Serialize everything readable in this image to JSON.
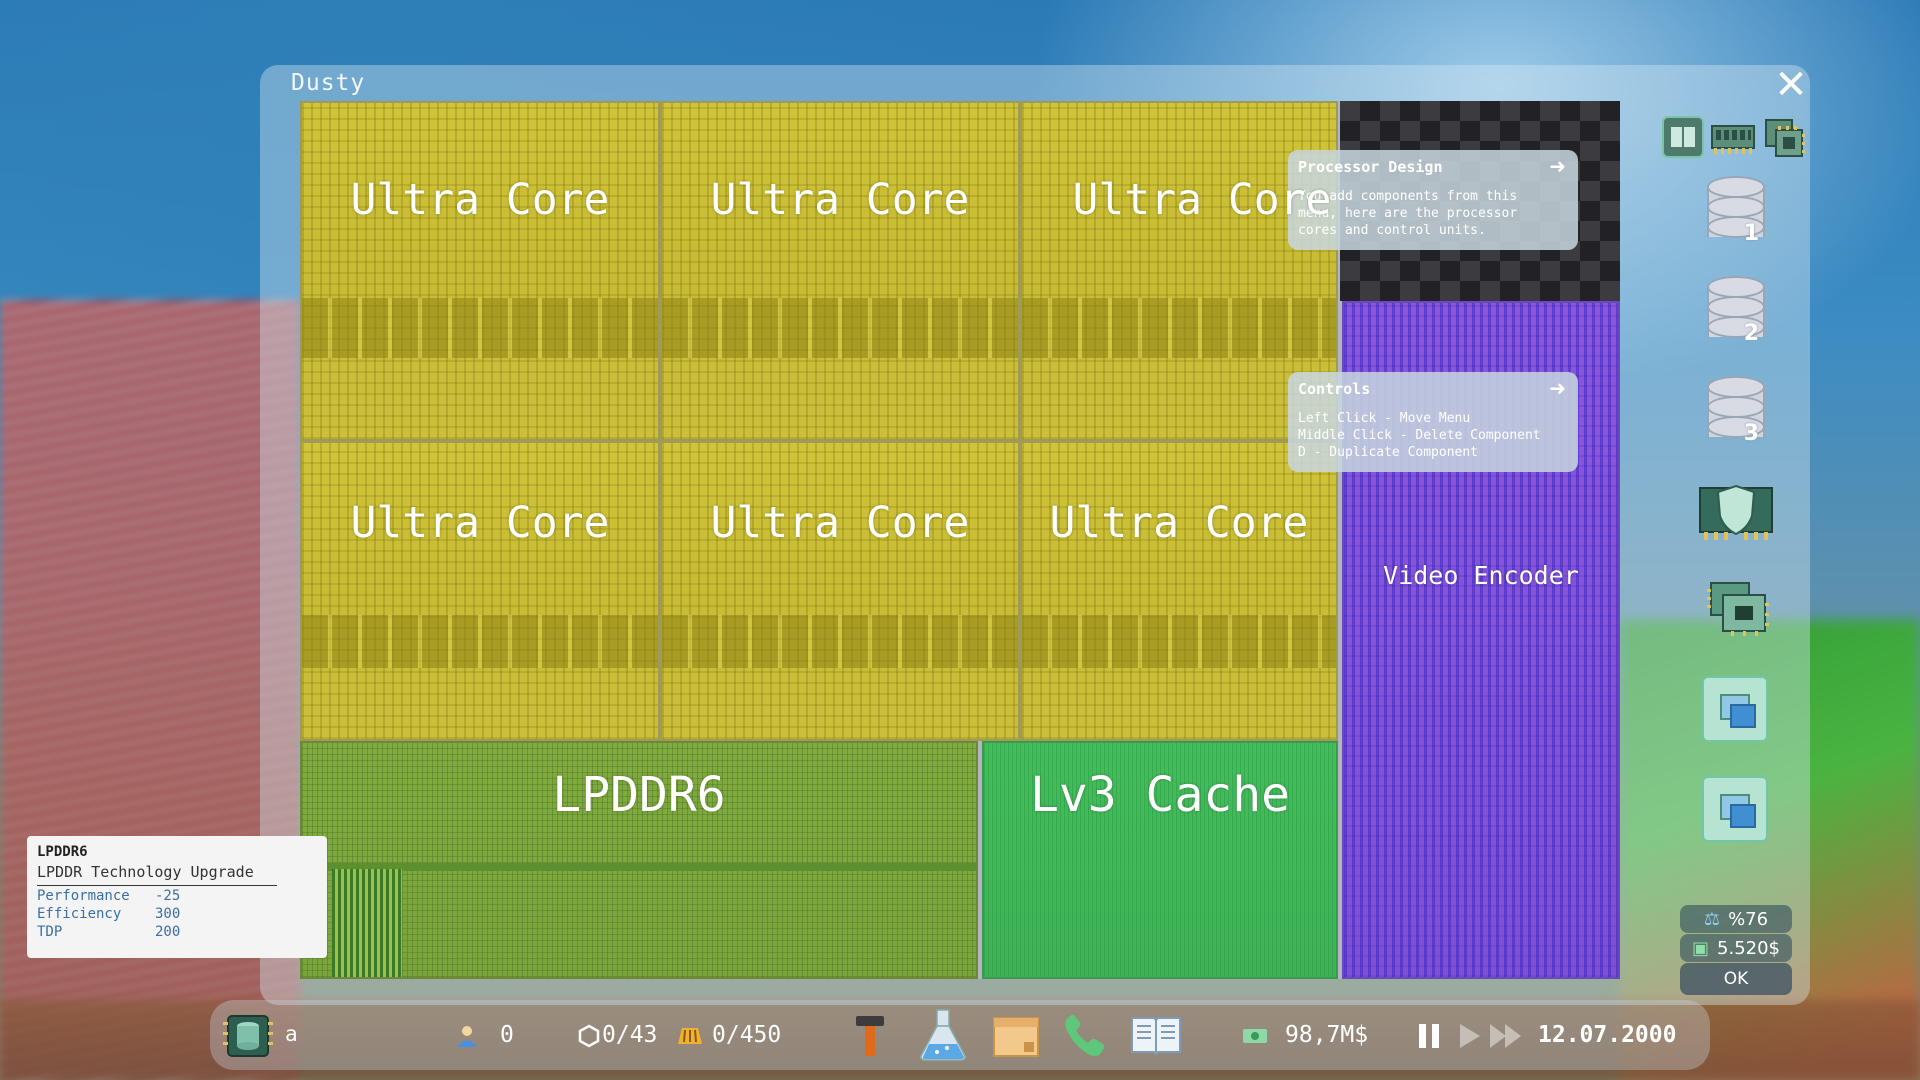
{
  "window": {
    "title": "Dusty"
  },
  "blocks": {
    "cores": [
      {
        "label": "Ultra Core"
      },
      {
        "label": "Ultra Core"
      },
      {
        "label": "Ultra Core"
      },
      {
        "label": "Ultra Core"
      },
      {
        "label": "Ultra Core"
      },
      {
        "label": "Ultra Core"
      }
    ],
    "memory": {
      "label": "LPDDR6"
    },
    "cache": {
      "label": "Lv3 Cache"
    },
    "encoder": {
      "label": "Video Encoder"
    }
  },
  "tooltips": {
    "processor_design": {
      "title": "Processor Design",
      "body": "You add components from this\nmenu, here are the processor\ncores and control units."
    },
    "controls": {
      "title": "Controls",
      "body": "Left Click - Move Menu\nMiddle Click - Delete Component\nD - Duplicate Component"
    }
  },
  "toolbar": {
    "tabs": [
      "layout-tab-icon",
      "memory-tab-icon",
      "chip-tab-icon"
    ],
    "disks": [
      "1",
      "2",
      "3"
    ],
    "stats": {
      "percentage": "%76",
      "price": "5.520$",
      "ok_label": "OK"
    }
  },
  "info_panel": {
    "title": "LPDDR6",
    "subtitle": "LPDDR Technology Upgrade",
    "stats": [
      {
        "label": "Performance",
        "value": "-25"
      },
      {
        "label": "Efficiency",
        "value": "300"
      },
      {
        "label": "TDP",
        "value": "200"
      }
    ]
  },
  "bottom_bar": {
    "company_name": "a",
    "employees": "0",
    "research": "0/43",
    "production": "0/450",
    "money": "98,7M$",
    "date": "12.07.2000"
  },
  "colors": {
    "core": "#cbbf3b",
    "memory": "#7aa53c",
    "cache": "#45bd5b",
    "encoder": "#8353d4"
  }
}
